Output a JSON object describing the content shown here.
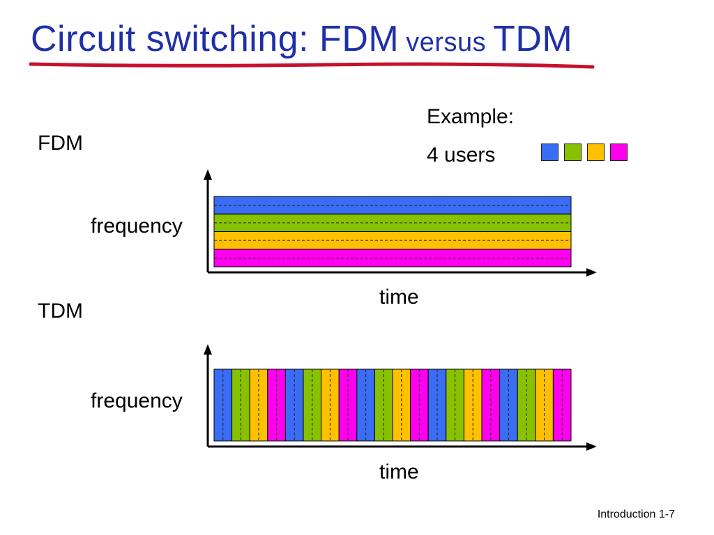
{
  "slide": {
    "title_part1": "Circuit switching: FDM",
    "title_part2": "versus",
    "title_part3": "TDM",
    "footer": "Introduction 1-7"
  },
  "example": {
    "heading": "Example:",
    "users_label": "4 users",
    "user_colors": [
      "#3a6cf4",
      "#88c100",
      "#ffc000",
      "#ff00ee"
    ]
  },
  "fdm": {
    "label": "FDM",
    "y_axis_label": "frequency",
    "x_axis_label": "time",
    "bands": 4
  },
  "tdm": {
    "label": "TDM",
    "y_axis_label": "frequency",
    "x_axis_label": "time",
    "slots": 20
  },
  "colors": {
    "title": "#1f2fa8",
    "underline": "#c8102e"
  }
}
